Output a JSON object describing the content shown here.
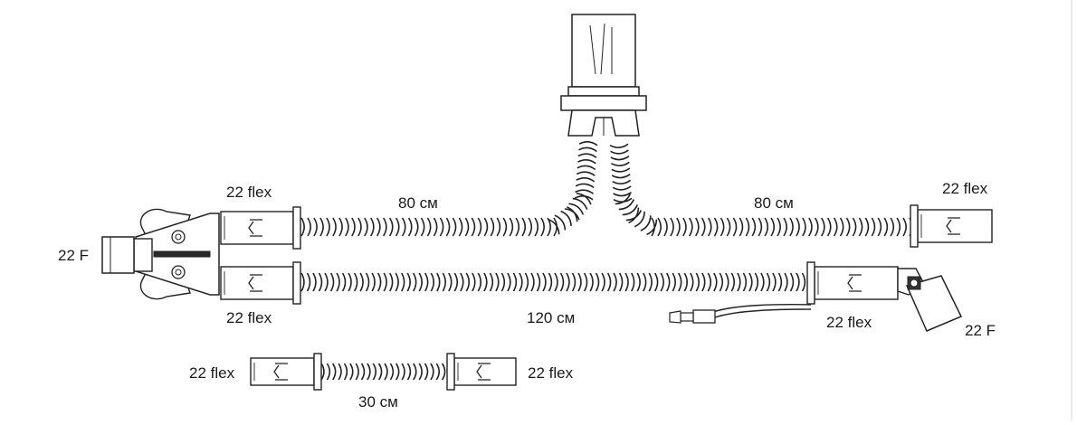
{
  "labels": {
    "top_left_connector": "22 flex",
    "top_left_tube": "80 см",
    "top_right_tube": "80 см",
    "top_right_connector": "22 flex",
    "wye_port": "22 F",
    "bottom_left_connector": "22 flex",
    "bottom_tube": "120 см",
    "bottom_right_connector": "22 flex",
    "elbow_port": "22 F",
    "ext_left_connector": "22 flex",
    "ext_right_connector": "22 flex",
    "ext_tube": "30 см"
  },
  "colors": {
    "stroke": "#222222",
    "fill": "#ffffff",
    "text": "#1a1a1a"
  }
}
